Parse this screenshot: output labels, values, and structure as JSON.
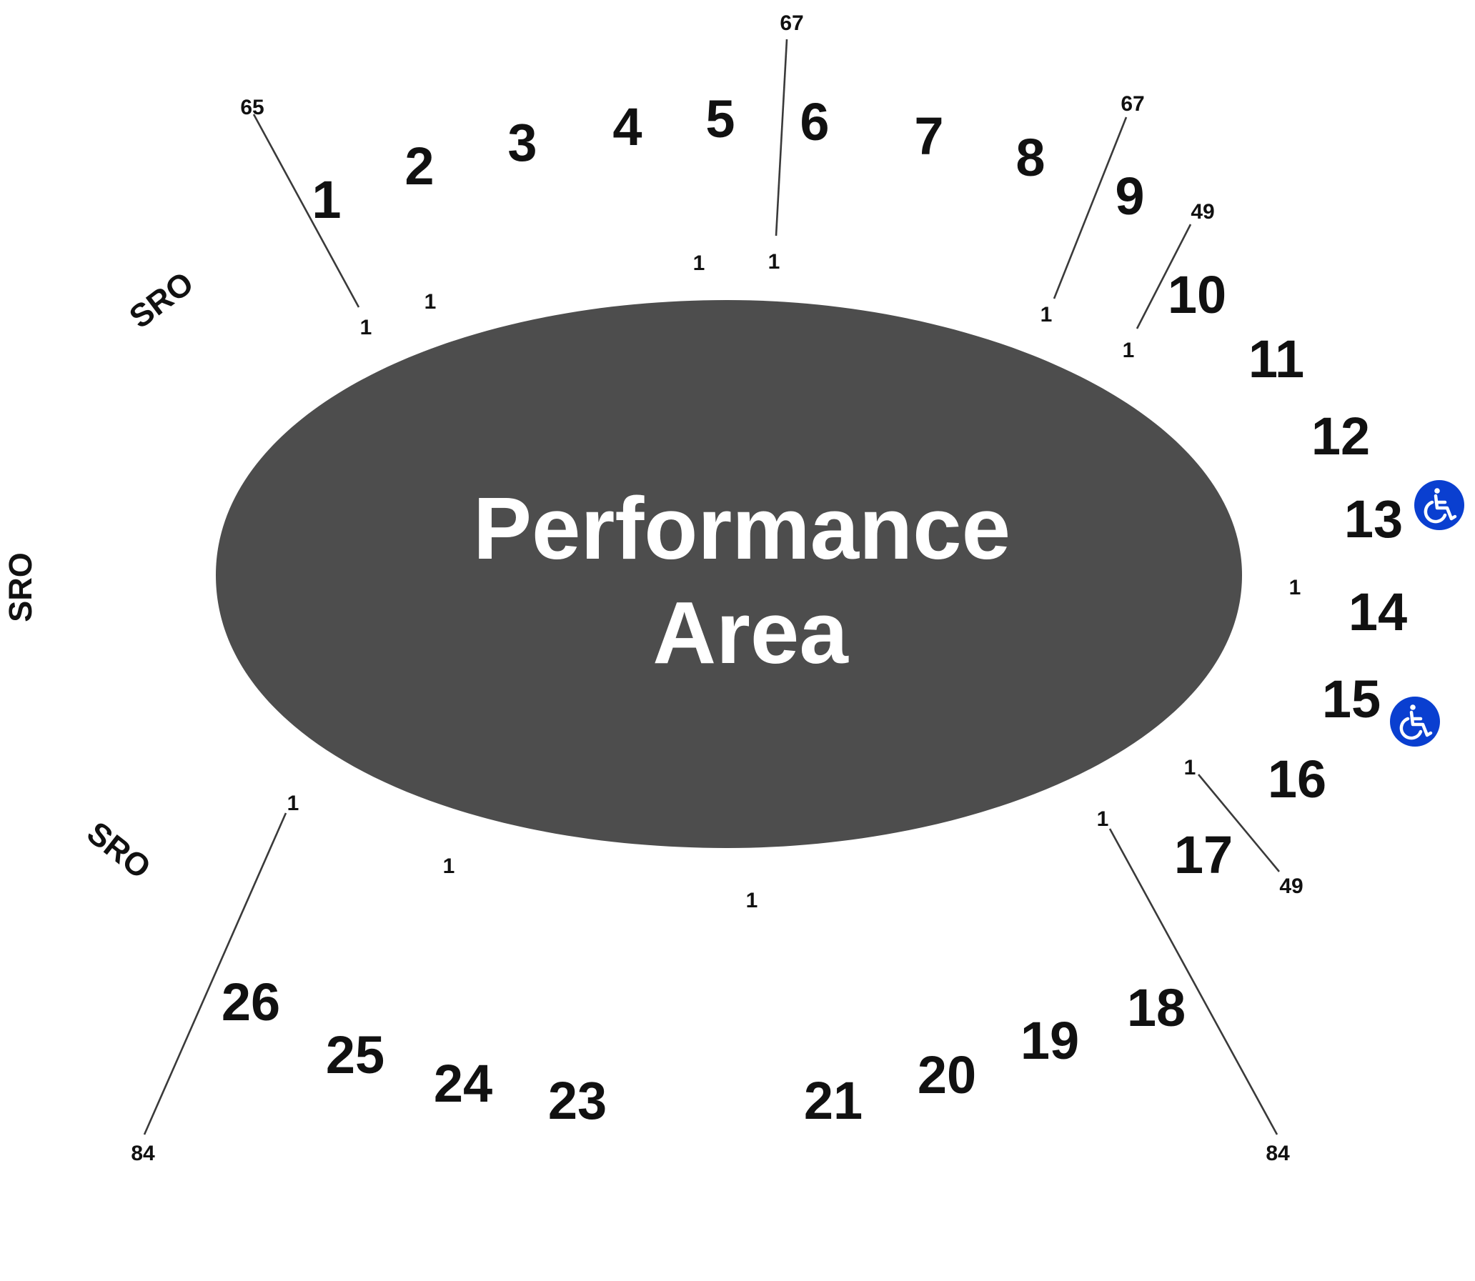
{
  "stage": {
    "label_line1": "Performance",
    "label_line2": "Area",
    "color": "#4d4d4d"
  },
  "standing_room_label": "SRO",
  "accessibility": {
    "icon": "wheelchair-icon",
    "color": "#0a3fd0",
    "sections": [
      "13",
      "15"
    ]
  },
  "sections": [
    "1",
    "2",
    "3",
    "4",
    "5",
    "6",
    "7",
    "8",
    "9",
    "10",
    "11",
    "12",
    "13",
    "14",
    "15",
    "16",
    "17",
    "18",
    "19",
    "20",
    "21",
    "23",
    "24",
    "25",
    "26"
  ],
  "row_markers": {
    "section_1": {
      "start": "1",
      "end": "65"
    },
    "section_6": {
      "start": "1",
      "end": "67"
    },
    "section_9": {
      "start": "1",
      "end": "67"
    },
    "section_10": {
      "start": "1",
      "end": "49"
    },
    "section_16": {
      "start": "1",
      "end": "49"
    },
    "section_18": {
      "start": "1",
      "end": "84"
    },
    "section_26": {
      "start": "1",
      "end": "84"
    }
  },
  "seat_start_markers": [
    "1",
    "1",
    "1",
    "1",
    "1"
  ]
}
